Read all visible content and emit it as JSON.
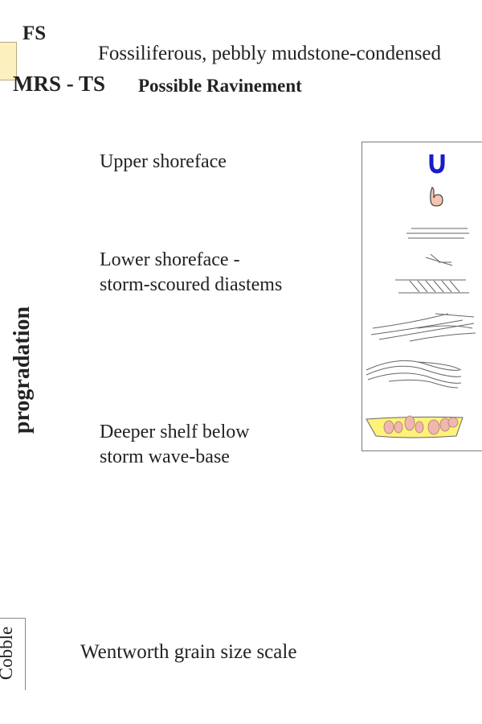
{
  "surfaces": {
    "fs": "FS",
    "fs_description": "Fossiliferous, pebbly mudstone-condensed",
    "mrs_ts": "MRS - TS",
    "ravinement": "Possible Ravinement"
  },
  "facies": {
    "upper": "Upper shoreface",
    "lower_line1": "Lower shoreface -",
    "lower_line2": "storm-scoured diastems",
    "deeper_line1": "Deeper shelf below",
    "deeper_line2": "storm wave-base"
  },
  "side_label": "progradation",
  "grain_size": {
    "label": "Cobble",
    "scale_title": "Wentworth grain size scale"
  },
  "legend_symbols": [
    "u-burrow-icon",
    "trace-fossil-icon",
    "parallel-lamination-icon",
    "ripple-cross-lamination-icon",
    "cross-bedding-icon",
    "low-angle-cross-stratification-icon",
    "hummocky-cross-stratification-icon",
    "pebble-lag-icon"
  ],
  "colors": {
    "burrow": "#1a1ac8",
    "trace_fill": "#f5c4b0",
    "lag_fill": "#fff27a",
    "pebble_fill": "#f2b6b0",
    "mudstone_swatch": "#fdf0bf"
  }
}
